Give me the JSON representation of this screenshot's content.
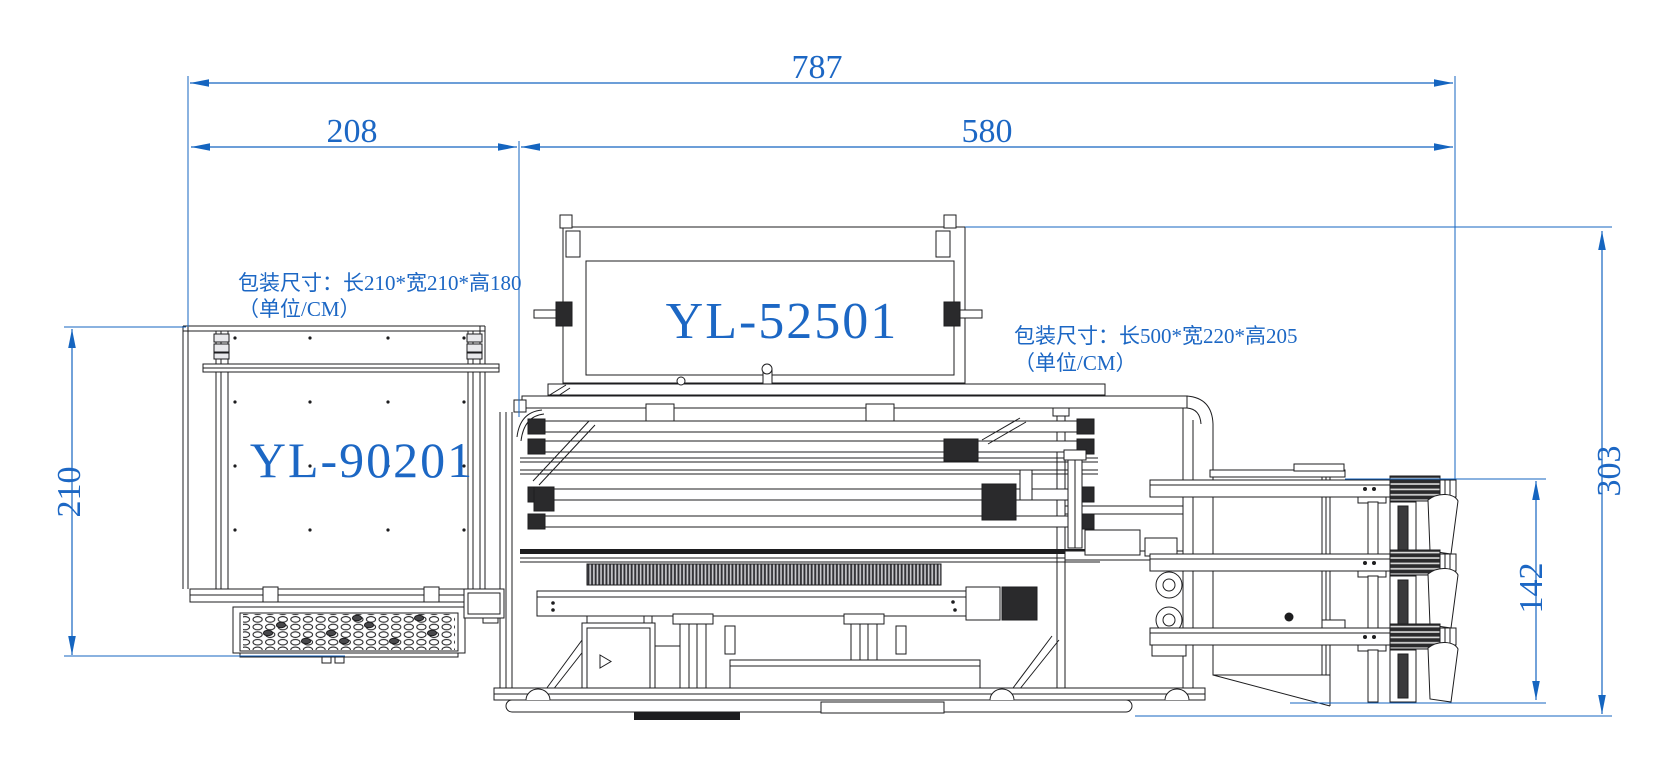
{
  "drawing_type": "packing-dimension engineering drawing",
  "machines": [
    {
      "model": "YL-90201",
      "package_note_line1": "包装尺寸：长210*宽210*高180",
      "package_note_line2": "（单位/CM）"
    },
    {
      "model": "YL-52501",
      "package_note_line1": "包装尺寸：长500*宽220*高205",
      "package_note_line2": "（单位/CM）"
    }
  ],
  "dimensions": {
    "overall_width": "787",
    "left_machine_width": "208",
    "main_machine_width": "580",
    "left_machine_height": "210",
    "overall_height": "303",
    "outfeed_height": "142"
  },
  "colors": {
    "dimension_blue": "#1565c0",
    "text_blue": "#1c67c4",
    "line_dark": "#1d1d1f"
  }
}
